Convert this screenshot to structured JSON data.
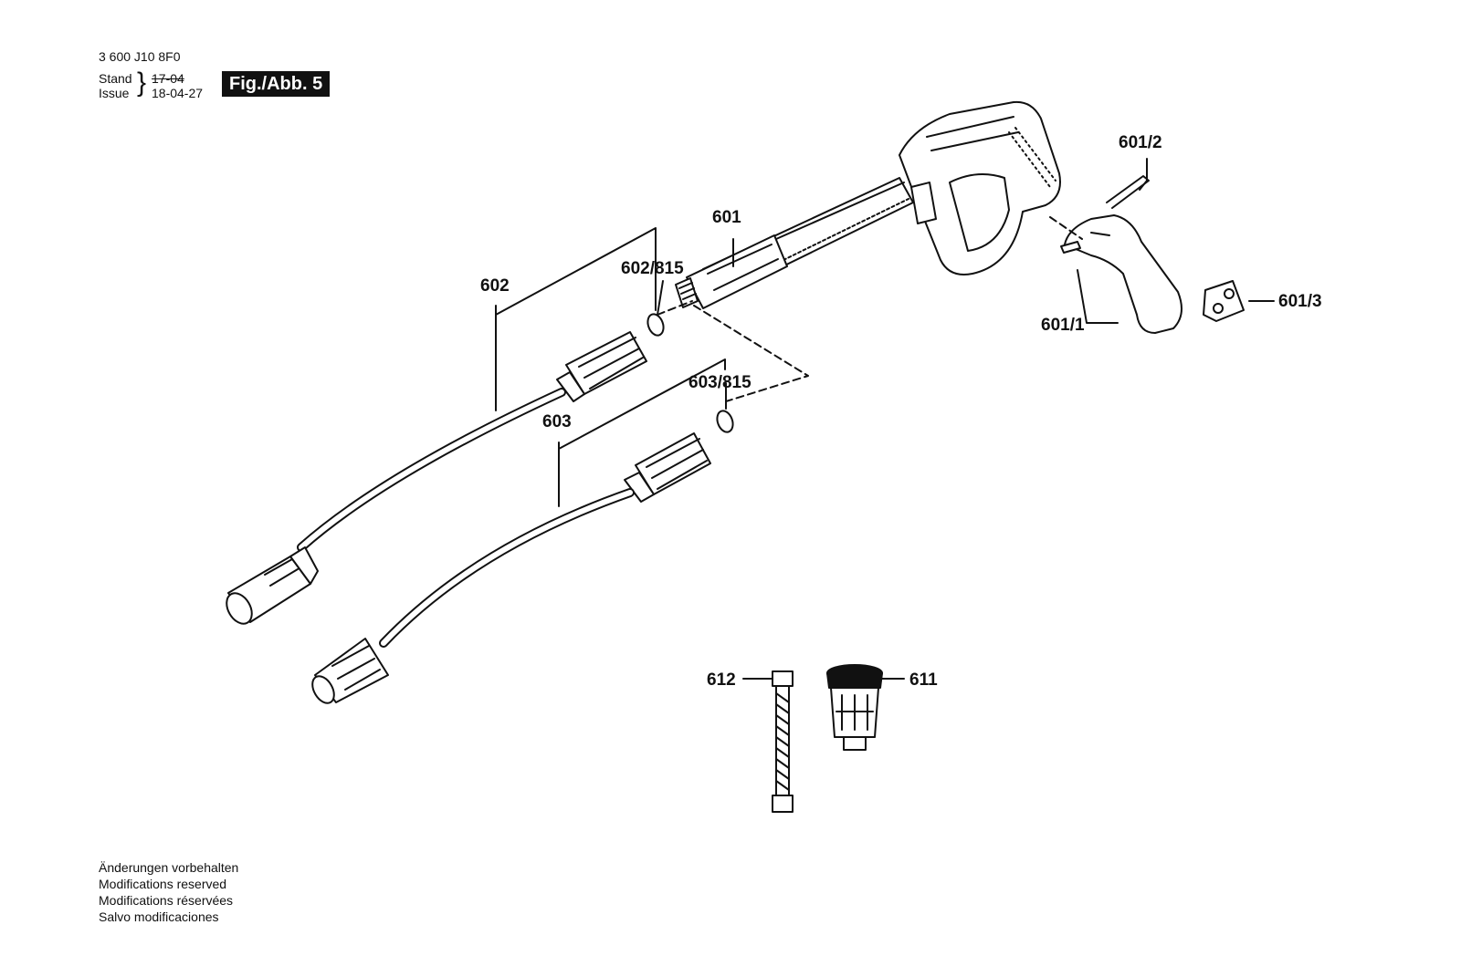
{
  "header": {
    "doc_number": "3 600 J10 8F0",
    "stand_label": "Stand",
    "issue_label": "Issue",
    "stand_value": "17-04",
    "issue_value": "18-04-27",
    "figure_label": "Fig./Abb. 5"
  },
  "parts": {
    "p601": "601",
    "p601_1": "601/1",
    "p601_2": "601/2",
    "p601_3": "601/3",
    "p602": "602",
    "p602_815": "602/815",
    "p603": "603",
    "p603_815": "603/815",
    "p611": "611",
    "p612": "612"
  },
  "footer": {
    "line_de": "Änderungen vorbehalten",
    "line_en": "Modifications reserved",
    "line_fr": "Modifications réservées",
    "line_es": "Salvo modificaciones"
  }
}
